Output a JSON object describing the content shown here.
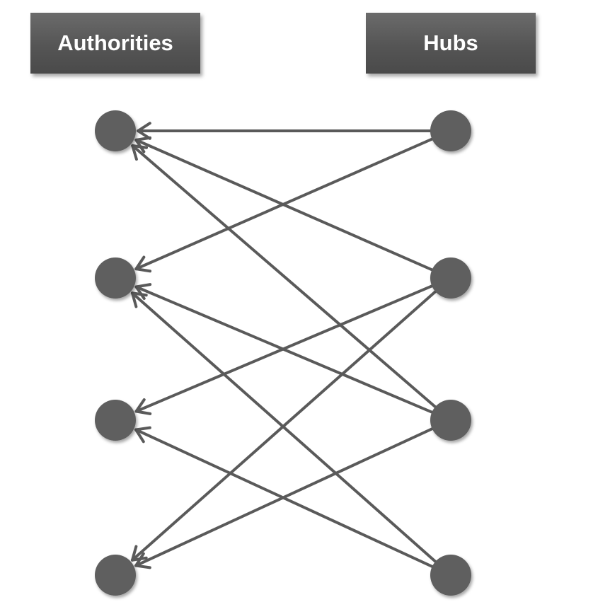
{
  "headers": {
    "authorities": "Authorities",
    "hubs": "Hubs"
  },
  "colors": {
    "header_fill": "#555555",
    "node_fill": "#5e5e5e",
    "edge_stroke": "#5a5a5a"
  },
  "graph": {
    "authorities": [
      "a1",
      "a2",
      "a3",
      "a4"
    ],
    "hubs": [
      "h1",
      "h2",
      "h3",
      "h4"
    ],
    "edges": [
      {
        "from": "h1",
        "to": "a1"
      },
      {
        "from": "h1",
        "to": "a2"
      },
      {
        "from": "h2",
        "to": "a1"
      },
      {
        "from": "h2",
        "to": "a3"
      },
      {
        "from": "h2",
        "to": "a4"
      },
      {
        "from": "h3",
        "to": "a1"
      },
      {
        "from": "h3",
        "to": "a2"
      },
      {
        "from": "h3",
        "to": "a4"
      },
      {
        "from": "h4",
        "to": "a2"
      },
      {
        "from": "h4",
        "to": "a3"
      }
    ]
  }
}
